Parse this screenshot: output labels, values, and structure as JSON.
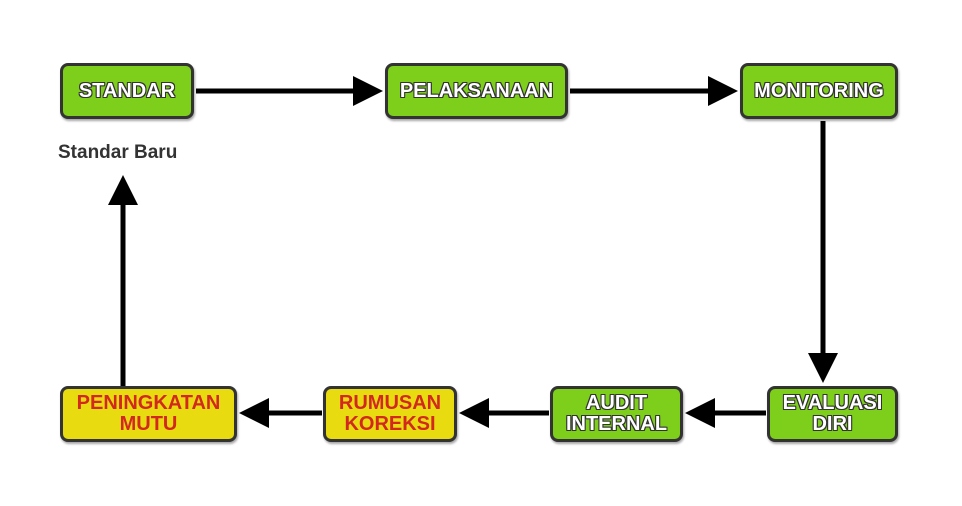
{
  "nodes": {
    "standar": "STANDAR",
    "pelaksanaan": "PELAKSANAAN",
    "monitoring": "MONITORING",
    "evaluasi_1": "EVALUASI",
    "evaluasi_2": "DIRI",
    "audit_1": "AUDIT",
    "audit_2": "INTERNAL",
    "rumusan_1": "RUMUSAN",
    "rumusan_2": "KOREKSI",
    "peningkatan_1": "PENINGKATAN",
    "peningkatan_2": "MUTU"
  },
  "standar_baru_label": "Standar Baru",
  "colors": {
    "green": "#7dcf1c",
    "yellow": "#e8dc10",
    "red_text": "#d2281f"
  }
}
